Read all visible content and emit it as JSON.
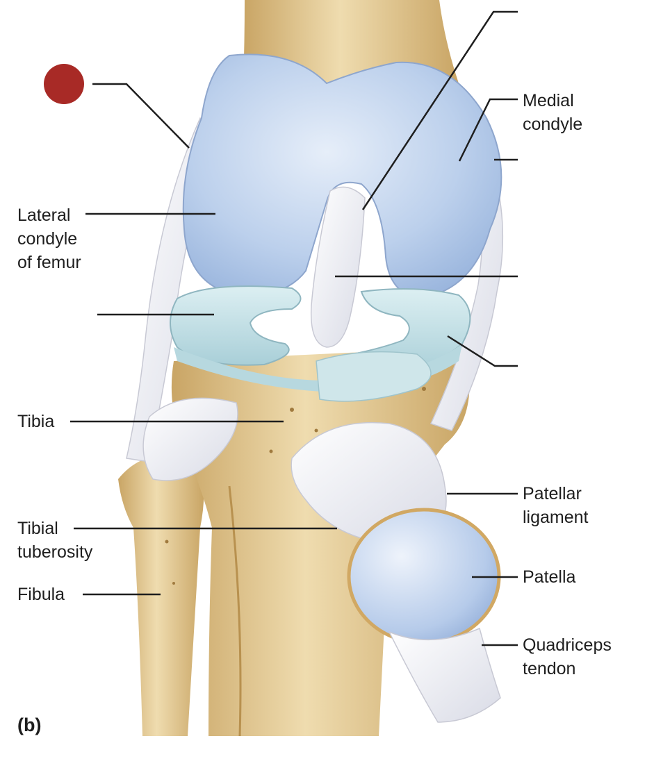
{
  "figure": {
    "panel_letter": "(b)",
    "colors": {
      "bone": "#e8cf9a",
      "bone_shadow": "#c9a565",
      "cartilage": "#bcd0ec",
      "meniscus": "#c6e0e6",
      "ligament": "#f4f4f8",
      "marker": "#a82a26"
    }
  },
  "labels": {
    "medial_condyle": "Medial\ncondyle",
    "lateral_condyle": "Lateral\ncondyle\nof femur",
    "tibia": "Tibia",
    "tibial_tuberosity": "Tibial\ntuberosity",
    "fibula": "Fibula",
    "patellar_ligament": "Patellar\nligament",
    "patella": "Patella",
    "quadriceps_tendon": "Quadriceps\ntendon"
  }
}
